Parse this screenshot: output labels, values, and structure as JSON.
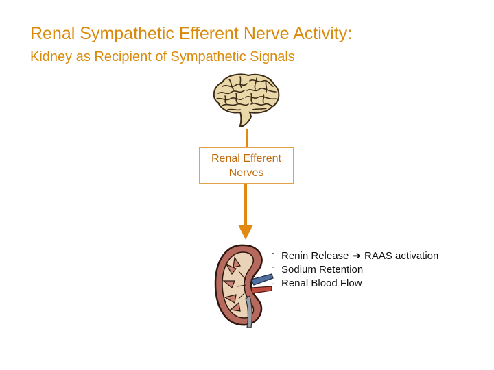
{
  "title": "Renal Sympathetic Efferent Nerve Activity:",
  "subtitle": "Kidney as Recipient of Sympathetic Signals",
  "nerve_box": {
    "line1": "Renal Efferent",
    "line2": "Nerves"
  },
  "effects": [
    {
      "marker": "ˆ",
      "text": "Renin Release",
      "arrow": "➔",
      "result": "RAAS activation"
    },
    {
      "marker": "ˆ",
      "text": "Sodium Retention"
    },
    {
      "marker": "ˇ",
      "text": "Renal Blood Flow"
    }
  ],
  "colors": {
    "title": "#d98a0b",
    "connector": "#e08a12",
    "box_border": "#e3a24a",
    "box_text": "#c0690a"
  },
  "icons": {
    "brain": "brain-icon",
    "kidney": "kidney-icon"
  }
}
